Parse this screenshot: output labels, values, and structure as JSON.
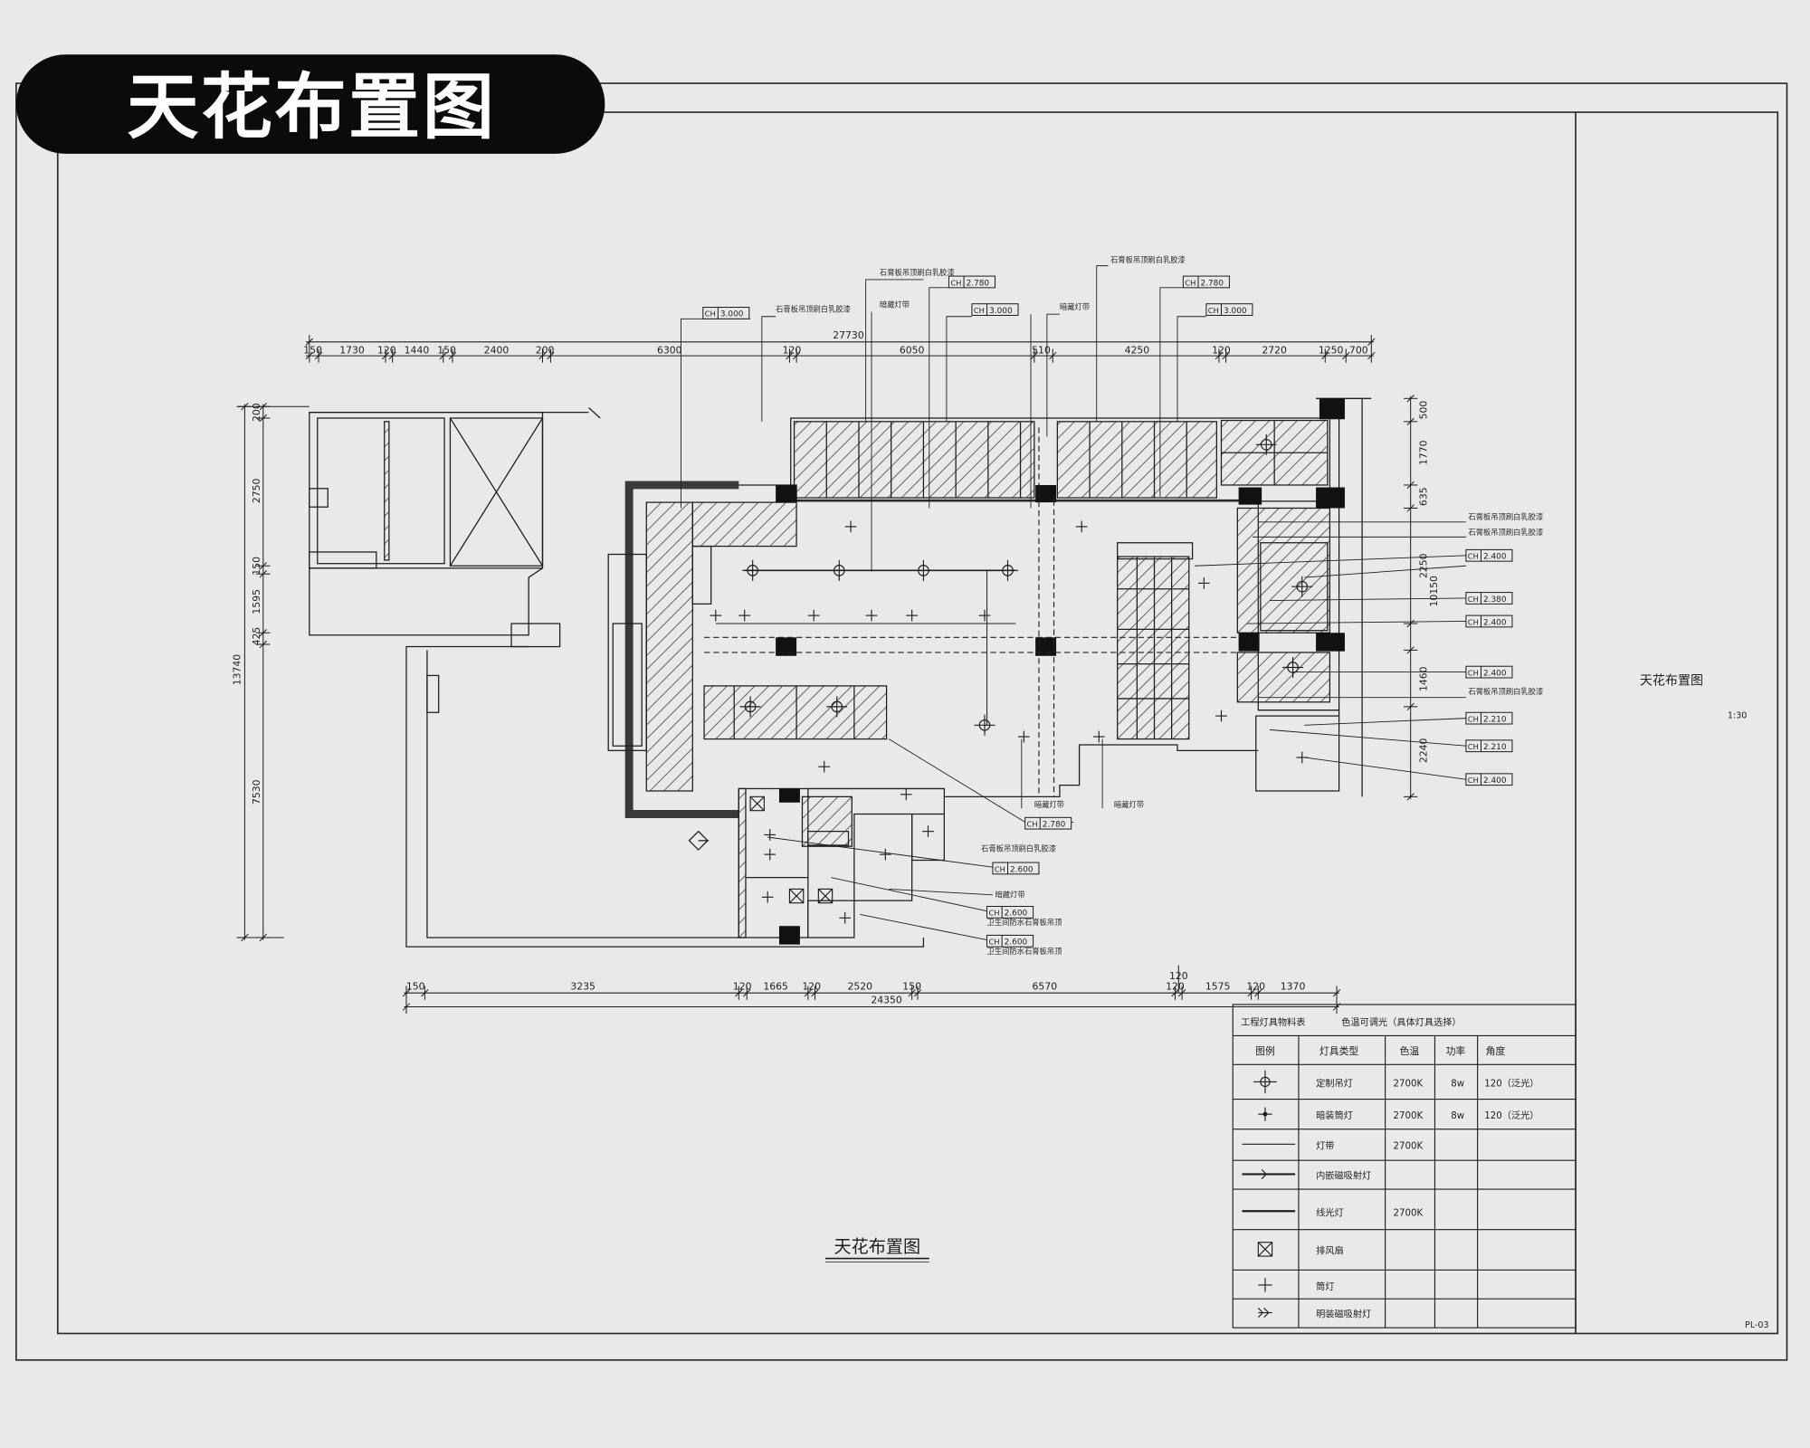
{
  "title_badge": "天花布置图",
  "drawing_caption": "天花布置图",
  "side_panel": {
    "title": "天花布置图",
    "scale": "1:30",
    "sheet_no": "PL-03"
  },
  "dimensions": {
    "top_overall": "27730",
    "top": [
      "150",
      "1730",
      "120",
      "1440",
      "150",
      "2400",
      "200",
      "6300",
      "120",
      "6050",
      "510",
      "4250",
      "120",
      "2720",
      "1250",
      "700"
    ],
    "bottom_overall": "24350",
    "bottom": [
      "150",
      "3235",
      "120",
      "1665",
      "120",
      "2520",
      "150",
      "6570",
      "120",
      "1575",
      "120",
      "1370"
    ],
    "bottom_extra": "120",
    "left_overall": "13740",
    "left": [
      "200",
      "2750",
      "150",
      "1595",
      "425",
      "7530"
    ],
    "right_overall": "10150",
    "right": [
      "500",
      "1770",
      "635",
      "2250",
      "1460",
      "2240"
    ]
  },
  "ceiling_heights": {
    "prefix": "CH",
    "values": [
      "3.000",
      "2.780",
      "3.000",
      "2.780",
      "3.000",
      "2.400",
      "2.380",
      "2.400",
      "2.400",
      "2.210",
      "2.210",
      "2.400",
      "2.780",
      "2.600",
      "2.600",
      "2.600"
    ]
  },
  "notes": [
    "石膏板吊顶刷白乳胶漆",
    "石膏板吊顶刷白乳胶漆",
    "暗藏灯带",
    "暗藏灯带",
    "石膏板吊顶刷白乳胶漆",
    "石膏板吊顶刷白乳胶漆",
    "石膏板吊顶刷白乳胶漆",
    "石膏板吊顶刷白乳胶漆",
    "石膏板吊顶刷白乳胶漆",
    "暗藏灯带",
    "卫生间防水石膏板吊顶",
    "卫生间防水石膏板吊顶",
    "暗藏灯带",
    "暗藏灯带"
  ],
  "legend": {
    "title": "工程灯具物料表",
    "subtitle": "色温可调光（具体灯具选择）",
    "headers": {
      "symbol": "图例",
      "type": "灯具类型",
      "cct": "色温",
      "power": "功率",
      "angle": "角度"
    },
    "rows": [
      {
        "symbol": "pendant-lamp-icon",
        "type": "定制吊灯",
        "cct": "2700K",
        "power": "8w",
        "angle": "120（泛光）"
      },
      {
        "symbol": "downlight-icon",
        "type": "暗装筒灯",
        "cct": "2700K",
        "power": "8w",
        "angle": "120（泛光）"
      },
      {
        "symbol": "light-strip-icon",
        "type": "灯带",
        "cct": "2700K"
      },
      {
        "symbol": "magnetic-track-icon",
        "type": "内嵌磁吸射灯"
      },
      {
        "symbol": "linear-light-icon",
        "type": "线光灯",
        "cct": "2700K"
      },
      {
        "symbol": "exhaust-fan-icon",
        "type": "排风扇"
      },
      {
        "symbol": "spotlight-icon",
        "type": "筒灯"
      },
      {
        "symbol": "surface-track-icon",
        "type": "明装磁吸射灯"
      }
    ]
  },
  "colors": {
    "paper": "#e9e9e9",
    "ink": "#1e1e1e",
    "badge": "#0b0b0b",
    "wall": "#3a3a3a"
  }
}
